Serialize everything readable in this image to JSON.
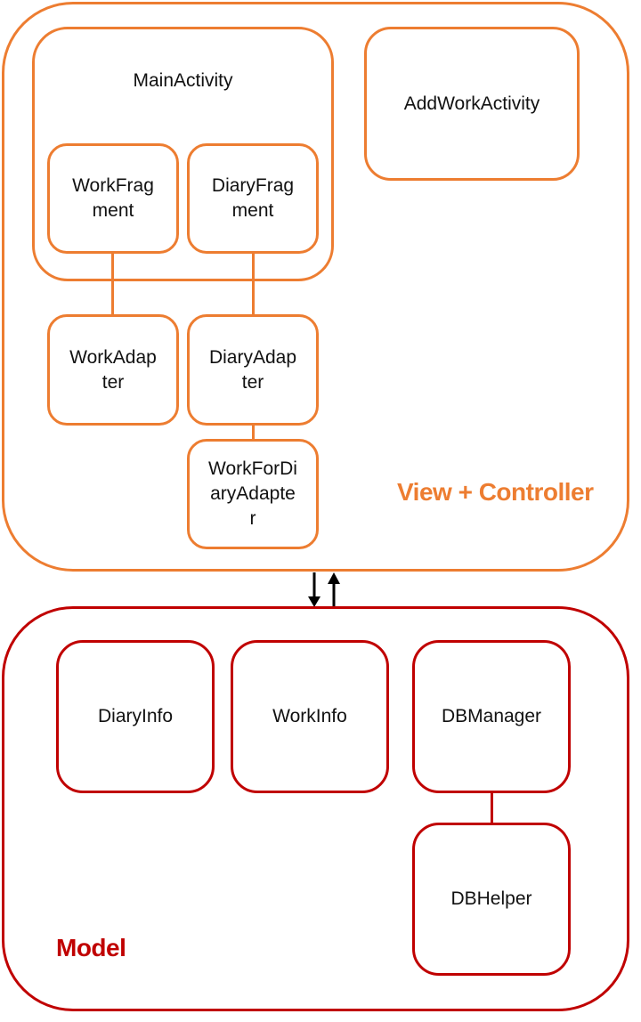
{
  "view_group": {
    "label": "View + Controller",
    "main_activity": "MainActivity",
    "add_work_activity": "AddWorkActivity",
    "work_fragment": [
      "WorkFrag",
      "ment"
    ],
    "diary_fragment": [
      "DiaryFrag",
      "ment"
    ],
    "work_adapter": [
      "WorkAdap",
      "ter"
    ],
    "diary_adapter": [
      "DiaryAdap",
      "ter"
    ],
    "work_for_diary_adapter": [
      "WorkForDi",
      "aryAdapte",
      "r"
    ]
  },
  "model_group": {
    "label": "Model",
    "diary_info": "DiaryInfo",
    "work_info": "WorkInfo",
    "db_manager": "DBManager",
    "db_helper": "DBHelper"
  },
  "colors": {
    "view": "#ED7D31",
    "model": "#C00000",
    "arrow": "#000000"
  }
}
